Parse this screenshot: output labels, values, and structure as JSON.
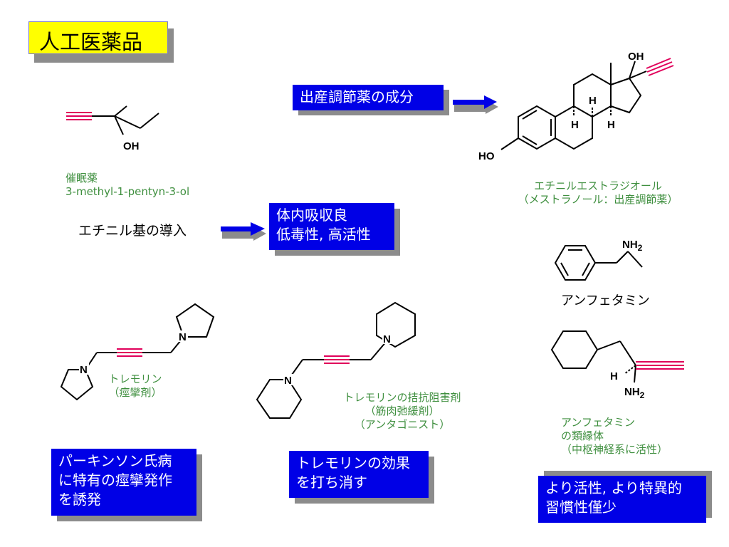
{
  "title": "人工医薬品",
  "sedative": {
    "label_line1": "催眠薬",
    "label_line2": "3-methyl-1-pentyn-3-ol",
    "oh": "OH"
  },
  "ethynyl_intro": "エチニル基の導入",
  "absorption_box": {
    "line1": "体内吸収良",
    "line2": "低毒性, 高活性"
  },
  "contraceptive_box": "出産調節薬の成分",
  "estradiol": {
    "oh_top": "OH",
    "ho": "HO",
    "h1": "H",
    "h2": "H",
    "h3": "H",
    "label_line1": "エチニルエストラジオール",
    "label_line2": "（メストラノール：出産調節薬）"
  },
  "amphetamine": {
    "nh2": "NH",
    "sub2": "2",
    "name": "アンフェタミン"
  },
  "analog": {
    "h": "H",
    "nh2": "NH",
    "sub2": "2",
    "label_line1": "アンフェタミン",
    "label_line2": "の類縁体",
    "label_line3": "（中枢神経系に活性）"
  },
  "tremorine": {
    "n1": "N",
    "n2": "N",
    "label_line1": "トレモリン",
    "label_line2": "（痙攣剤）"
  },
  "antagonist": {
    "n1": "N",
    "n2": "N",
    "label_line1": "トレモリンの拮抗阻害剤",
    "label_line2": "（筋肉弛緩剤）",
    "label_line3": "（アンタゴニスト）"
  },
  "parkinson_box": {
    "line1": "パーキンソン氏病",
    "line2": "に特有の痙攣発作",
    "line3": "を誘発"
  },
  "cancel_box": {
    "line1": "トレモリンの効果",
    "line2": "を打ち消す"
  },
  "specific_box": {
    "line1": "より活性, より特異的",
    "line2": "習慣性僅少"
  },
  "colors": {
    "alkyne": "#e0005a",
    "box_blue": "#0000e6",
    "title_yellow": "#ffff00",
    "label_green": "#3f8f3f",
    "shadow_gray": "#8c8c8c"
  }
}
